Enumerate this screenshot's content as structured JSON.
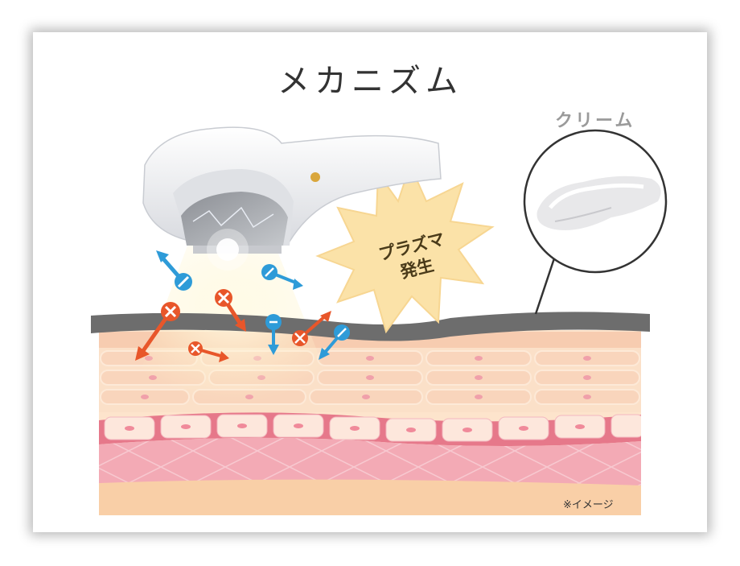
{
  "title": "メカニズム",
  "cream_label": "クリーム",
  "plasma_label_line1": "プラズマ",
  "plasma_label_line2": "発生",
  "note": "※イメージ",
  "colors": {
    "ion_positive": "#e8562a",
    "ion_negative": "#2e9bd8",
    "skin_pink": "#f0a4b0",
    "epidermis": "#fbdcc2",
    "surface": "#6d6d6d",
    "burst": "#fbe2a8"
  },
  "icons": {
    "positive": "plus-ion-icon",
    "negative": "minus-ion-icon"
  }
}
